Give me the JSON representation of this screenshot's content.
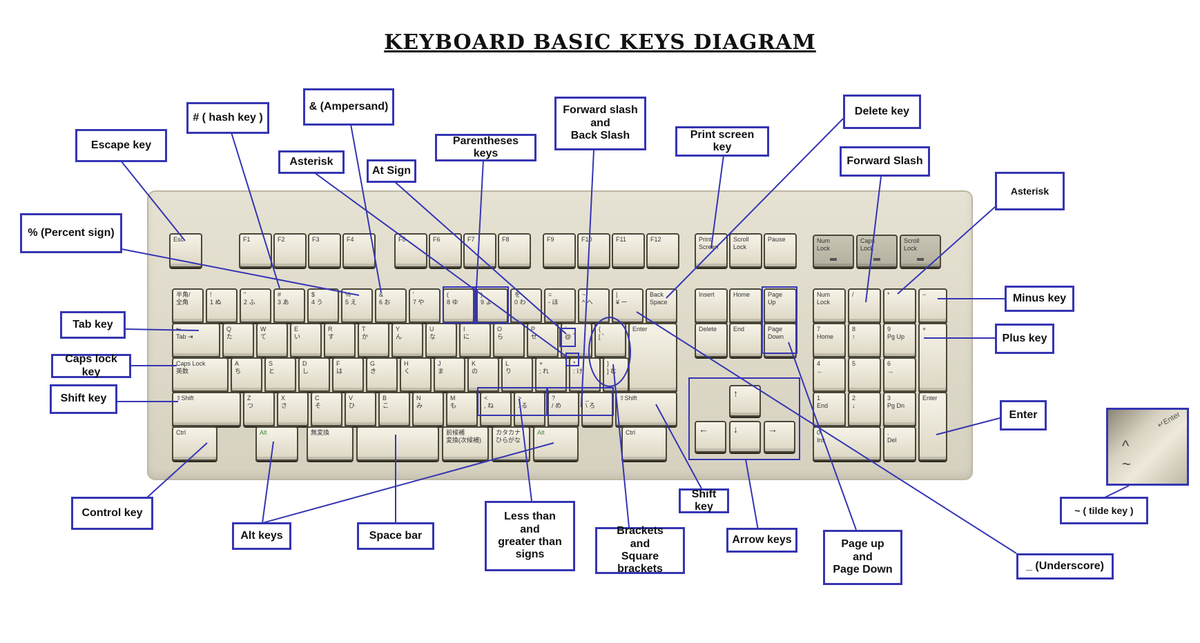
{
  "title": "KEYBOARD BASIC KEYS DIAGRAM",
  "colors": {
    "label_border": "#3535b3",
    "leader_line": "#3535b3",
    "keyboard_body": "#e2ddcc",
    "key_face": "#efeadb"
  },
  "labels": {
    "escape": "Escape key",
    "hash": "# ( hash key )",
    "ampersand": "& (Ampersand)",
    "asterisk_top": "Asterisk",
    "at_sign": "At Sign",
    "parentheses": "Parentheses keys",
    "forward_back_slash": "Forward slash\nand\nBack Slash",
    "print_screen": "Print screen key",
    "delete": "Delete key",
    "forward_slash": "Forward Slash",
    "asterisk_right": "Asterisk",
    "percent": "% (Percent sign)",
    "tab": "Tab key",
    "caps_lock": "Caps lock key",
    "shift_left": "Shift key",
    "minus": "Minus key",
    "plus": "Plus key",
    "enter": "Enter",
    "control": "Control key",
    "alt": "Alt keys",
    "space": "Space bar",
    "less_greater": "Less than\nand\ngreater than\nsigns",
    "brackets": "Brackets\nand\nSquare brackets",
    "shift_right": "Shift key",
    "arrow": "Arrow keys",
    "page_up_down": "Page up\nand\nPage Down",
    "underscore": "_ (Underscore)",
    "tilde": "~ ( tilde key )"
  },
  "keys": {
    "esc": "Esc",
    "f1": "F1",
    "f2": "F2",
    "f3": "F3",
    "f4": "F4",
    "f5": "F5",
    "f6": "F6",
    "f7": "F7",
    "f8": "F8",
    "f9": "F9",
    "f10": "F10",
    "f11": "F11",
    "f12": "F12",
    "print_screen": "Print\nScreen",
    "scroll_lock": "Scroll\nLock",
    "pause": "Pause",
    "num_lock_led": "Num\nLock",
    "caps_lock_led": "Caps\nLock",
    "scroll_lock_led": "Scroll\nLock",
    "hankaku": "半角/\n全角",
    "n1": "!\n1 ぬ",
    "n2": "\"\n2 ふ",
    "n3": "#\n3 あ",
    "n4": "$\n4 う",
    "n5": "%\n5 え",
    "n6": "&\n6 お",
    "n7": "'\n7 や",
    "n8": "(\n8 ゆ",
    "n9": ")\n9 よ",
    "n0": "を\n0 わ",
    "minus": "=\n- ほ",
    "caret": "~\n^ へ",
    "yen": "|\n¥ ー",
    "backspace": "Back\nSpace",
    "insert": "Insert",
    "home": "Home",
    "page_up": "Page\nUp",
    "delete": "Delete",
    "end": "End",
    "page_down": "Page\nDown",
    "tab": "⇤\nTab ⇥",
    "q": "Q\nた",
    "w": "W\nて",
    "e": "E\nい",
    "r": "R\nす",
    "t": "T\nか",
    "y": "Y\nん",
    "u": "U\nな",
    "i": "I\nに",
    "o": "O\nら",
    "p": "P\nせ",
    "at": "`\n@ ゛",
    "bracket_open": "{\n[ ゜",
    "enter": "Enter",
    "caps_lock": "Caps Lock\n英数",
    "a": "A\nち",
    "s": "S\nと",
    "d": "D\nし",
    "f": "F\nは",
    "g": "G\nき",
    "h": "H\nく",
    "j": "J\nま",
    "k": "K\nの",
    "l": "L\nり",
    "semicolon": "+\n; れ",
    "colon": "*\n: け",
    "bracket_close": "}\n] む",
    "shift_left": "⇧Shift",
    "z": "Z\nつ",
    "x": "X\nさ",
    "c": "C\nそ",
    "v": "V\nひ",
    "b": "B\nこ",
    "n": "N\nみ",
    "m": "M\nも",
    "comma": "<\n, ね",
    "period": ">\n. る",
    "slash": "?\n/ め",
    "backslash": "_\n\\ ろ",
    "shift_right": "⇧Shift",
    "ctrl_left": "Ctrl",
    "alt_left": "Alt",
    "muhenkan": "無変換",
    "space": "",
    "henkan": "前候補\n変換(次候補)",
    "katakana": "カタカナ\nひらがな",
    "alt_right": "Alt",
    "ctrl_right": "Ctrl",
    "arrow_up": "↑",
    "arrow_left": "←",
    "arrow_down": "↓",
    "arrow_right": "→",
    "num_lock": "Num\nLock",
    "num_slash": "/",
    "num_asterisk": "*",
    "num_minus": "−",
    "num7": "7\nHome",
    "num8": "8\n↑",
    "num9": "9\nPg Up",
    "num_plus": "+",
    "num4": "4\n←",
    "num5": "5",
    "num6": "6\n→",
    "num1": "1\nEnd",
    "num2": "2\n↓",
    "num3": "3\nPg Dn",
    "num_enter": "Enter",
    "num0": "0\nIns",
    "num_dot": ".\nDel"
  }
}
